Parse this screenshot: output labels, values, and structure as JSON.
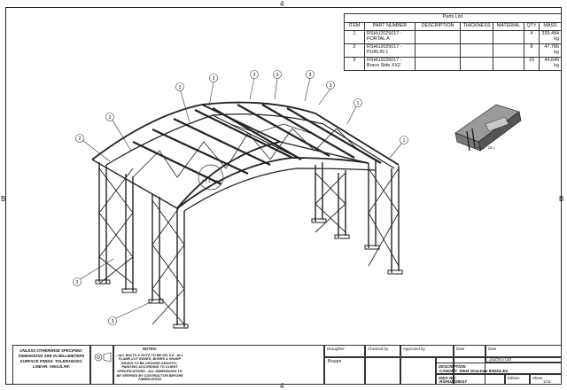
{
  "parts_list": {
    "title": "Parts List",
    "headers": [
      "ITEM",
      "PART NUMBER",
      "DESCRIPTION",
      "THICKNESS",
      "MATERIAL",
      "QTY",
      "MASS"
    ],
    "rows": [
      {
        "item": "1",
        "part_number": "RSHU2025017 - PORTAL A",
        "description": "",
        "thickness": "",
        "material": "",
        "qty": "4",
        "mass": "339,484 kg"
      },
      {
        "item": "2",
        "part_number": "RSHU2025017 - PURLIN 1",
        "description": "",
        "thickness": "",
        "material": "",
        "qty": "8",
        "mass": "47,786 kg"
      },
      {
        "item": "3",
        "part_number": "RSHU2025017 - Brace Side XX2",
        "description": "",
        "thickness": "",
        "material": "",
        "qty": "16",
        "mass": "44,649 kg"
      }
    ]
  },
  "views": {
    "detail_label": "F ( 1 : 15 )",
    "detail_marker": "F ( 1 : 15 )",
    "main_callout": "F ( 1 : 15 )"
  },
  "balloons": [
    "3",
    "3",
    "3",
    "3",
    "3",
    "3",
    "2",
    "2",
    "1",
    "1",
    "3",
    "3"
  ],
  "title_block": {
    "unless": "UNLESS OTHERWISE SPECIFIED: DIMENSIONS ARE IN MILLIMETERS SURFACE FINISH: TOLERANCES: LINEAR: ANGULAR:",
    "notes_title": "NOTES:",
    "notes": "- ALL BOLTS & NUTS TO BE GR. 8.8 - ALL FLAME-CUT EDGES, BURRS & SHARP EDGES TO BE GROUND SMOOTH - PAINTING ACCORDING TO CLIENT SPECIFICATIONS - ALL DIMENSIONS TO BE VERIFIED BY CONTRACTOR BEFORE FABRICATION",
    "draughter_label": "Draughter:",
    "draughter": "Braam",
    "checked_label": "Checked by",
    "approved_label": "Approved by",
    "date_label": "Date",
    "date_label2": "Date",
    "date": "2025/07/28",
    "description_label": "DESCRIPTION:",
    "description": "CANOPY: Steel structure 9X6X4.3m",
    "dwg_label": "DWG NO:",
    "dwg_no": "RSHU2025017",
    "edition_label": "Edition",
    "sheet_label": "Sheet",
    "sheet": "1/11"
  },
  "frame_markers": {
    "top": "4",
    "left": "B",
    "right": "B",
    "bottom": "4"
  }
}
